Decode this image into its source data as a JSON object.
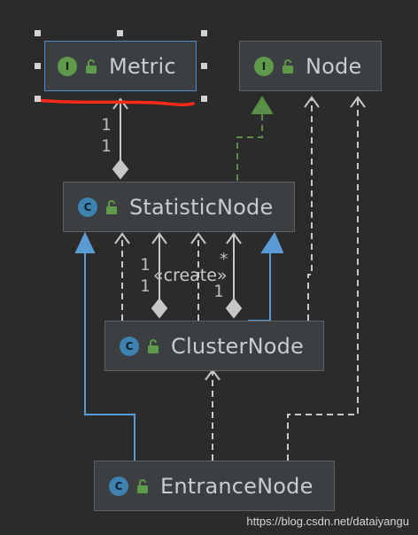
{
  "nodes": {
    "metric": {
      "label": "Metric",
      "badge": "I"
    },
    "node": {
      "label": "Node",
      "badge": "I"
    },
    "statistic_node": {
      "label": "StatisticNode",
      "badge": "C"
    },
    "cluster_node": {
      "label": "ClusterNode",
      "badge": "C"
    },
    "entrance_node": {
      "label": "EntranceNode",
      "badge": "C"
    }
  },
  "multiplicities": {
    "metric_stat_top": "1",
    "metric_stat_bottom": "1",
    "create_left_top": "1",
    "create_left_bottom": "1",
    "create_right_top": "*",
    "create_right_bottom": "1"
  },
  "stereotype": "«create»",
  "watermark": "https://blog.csdn.net/dataiyangu",
  "colors": {
    "background": "#2b2b2b",
    "node_fill": "#3c3f41",
    "dependency_line": "#c8c8c8",
    "implements_line": "#5a8f48",
    "extends_line": "#5b9bd5",
    "annotation_red": "#ff2a1a",
    "selection_border": "#4a88c7"
  }
}
